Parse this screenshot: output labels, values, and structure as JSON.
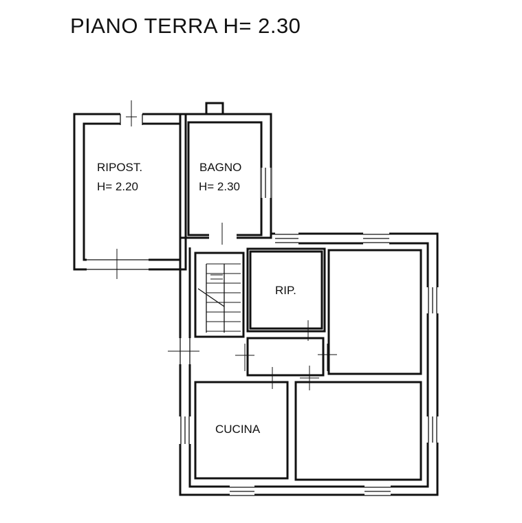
{
  "title": "PIANO TERRA H= 2.30",
  "rooms": {
    "ripost_name": "RIPOST.",
    "ripost_height": "H= 2.20",
    "bagno_name": "BAGNO",
    "bagno_height": "H= 2.30",
    "rip_name": "RIP.",
    "cucina_name": "CUCINA"
  }
}
